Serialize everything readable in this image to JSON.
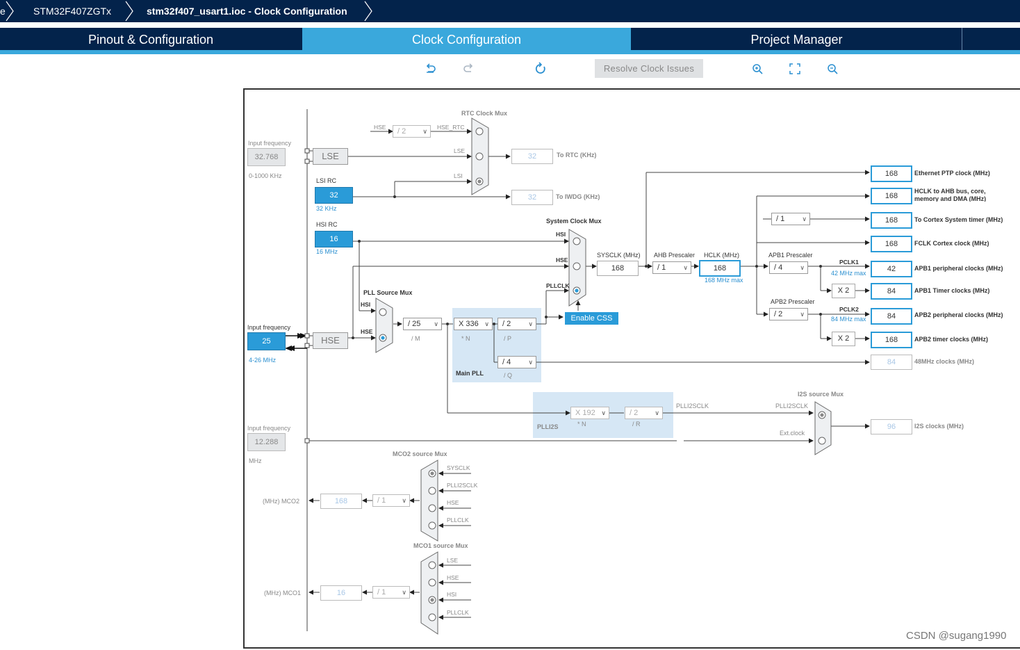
{
  "breadcrumb": [
    "e",
    "STM32F407ZGTx",
    "stm32f407_usart1.ioc - Clock Configuration"
  ],
  "tabs": [
    "Pinout & Configuration",
    "Clock Configuration",
    "Project Manager"
  ],
  "toolbar": {
    "resolve_label": "Resolve Clock Issues",
    "icons": [
      "undo-icon",
      "redo-icon",
      "refresh-icon",
      "zoom-in-icon",
      "fit-icon",
      "zoom-out-icon"
    ]
  },
  "sources": {
    "input_frequency_label": "Input frequency",
    "lse_input": "32.768",
    "lse_range": "0-1000 KHz",
    "lse": "LSE",
    "lsi_title": "LSI RC",
    "lsi": "32",
    "lsi_unit": "32 KHz",
    "hsi_title": "HSI RC",
    "hsi": "16",
    "hsi_unit": "16 MHz",
    "hse_input": "25",
    "hse_range": "4-26 MHz",
    "hse": "HSE",
    "i2s_input": "12.288",
    "i2s_unit": "MHz"
  },
  "rtc": {
    "title": "RTC Clock Mux",
    "hse_div": "/ 2",
    "hse_label": "HSE",
    "hse_rtc": "HSE_RTC",
    "lse": "LSE",
    "lsi": "LSI",
    "rtc_out": "32",
    "rtc_label": "To RTC (KHz)",
    "iwdg_out": "32",
    "iwdg_label": "To IWDG (KHz)"
  },
  "pll": {
    "src_title": "PLL Source Mux",
    "hsi": "HSI",
    "hse": "HSE",
    "m": "/ 25",
    "m_label": "/ M",
    "n": "X 336",
    "n_label": "* N",
    "p": "/ 2",
    "p_label": "/ P",
    "q": "/ 4",
    "q_label": "/ Q",
    "title": "Main PLL"
  },
  "sys": {
    "title": "System Clock Mux",
    "hsi": "HSI",
    "hse": "HSE",
    "pllclk": "PLLCLK",
    "css": "Enable CSS",
    "sysclk_label": "SYSCLK (MHz)",
    "sysclk": "168",
    "ahb_label": "AHB Prescaler",
    "ahb": "/ 1",
    "hclk_label": "HCLK (MHz)",
    "hclk": "168",
    "hclk_max": "168 MHz max"
  },
  "apb": {
    "apb1_label": "APB1 Prescaler",
    "apb1": "/ 4",
    "pclk1": "PCLK1",
    "pclk1_max": "42 MHz max",
    "apb2_label": "APB2 Prescaler",
    "apb2": "/ 2",
    "pclk2": "PCLK2",
    "pclk2_max": "84 MHz max",
    "x2a": "X 2",
    "x2b": "X 2",
    "cortex_div": "/ 1"
  },
  "outputs": [
    {
      "value": "168",
      "label": "Ethernet PTP clock (MHz)"
    },
    {
      "value": "168",
      "label": "HCLK to AHB bus, core, memory and DMA (MHz)"
    },
    {
      "value": "168",
      "label": "To Cortex System timer (MHz)"
    },
    {
      "value": "168",
      "label": "FCLK Cortex clock (MHz)"
    },
    {
      "value": "42",
      "label": "APB1 peripheral clocks (MHz)"
    },
    {
      "value": "84",
      "label": "APB1 Timer clocks (MHz)"
    },
    {
      "value": "84",
      "label": "APB2 peripheral clocks (MHz)"
    },
    {
      "value": "168",
      "label": "APB2 timer clocks (MHz)"
    },
    {
      "value": "84",
      "label": "48MHz clocks (MHz)"
    }
  ],
  "i2s": {
    "n": "X 192",
    "n_label": "* N",
    "r": "/ 2",
    "r_label": "/ R",
    "title": "PLLI2S",
    "plli2sclk": "PLLI2SCLK",
    "mux_title": "I2S source Mux",
    "mux_plli2sclk": "PLLI2SCLK",
    "ext": "Ext.clock",
    "out": "96",
    "out_label": "I2S clocks (MHz)"
  },
  "mco2": {
    "title": "MCO2 source Mux",
    "inputs": [
      "SYSCLK",
      "PLLI2SCLK",
      "HSE",
      "PLLCLK"
    ],
    "div": "/ 1",
    "out": "168",
    "label": "(MHz) MCO2"
  },
  "mco1": {
    "title": "MCO1 source Mux",
    "inputs": [
      "LSE",
      "HSE",
      "HSI",
      "PLLCLK"
    ],
    "div": "/ 1",
    "out": "16",
    "label": "(MHz) MCO1"
  },
  "watermark": "CSDN @sugang1990"
}
